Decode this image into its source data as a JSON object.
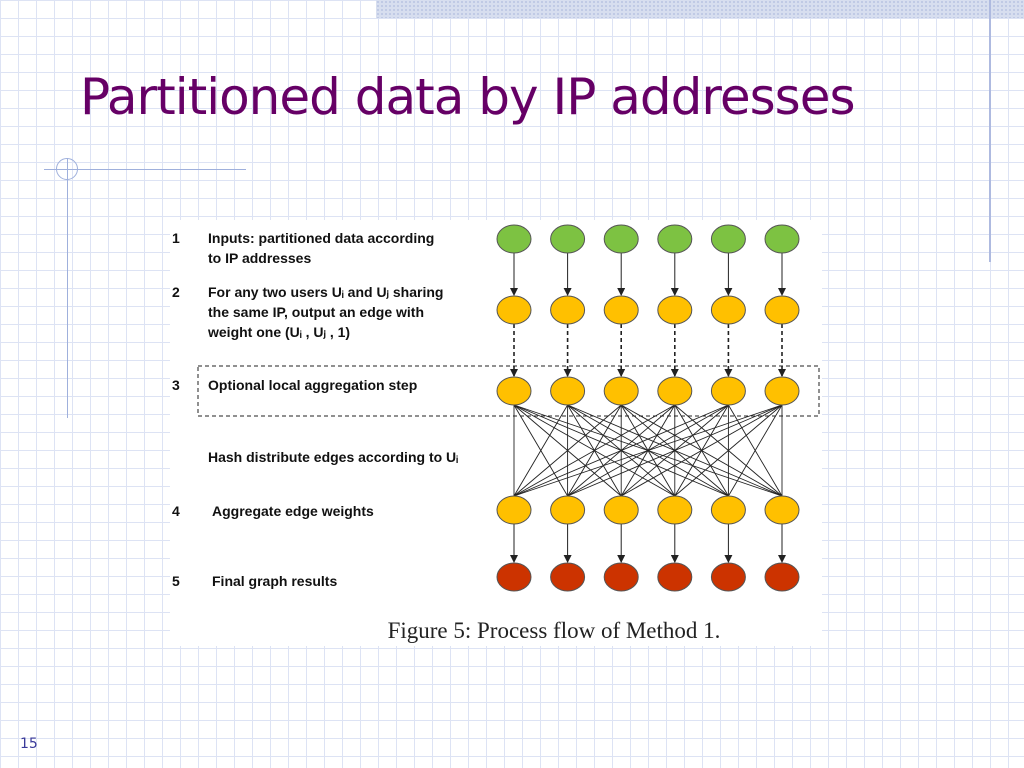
{
  "slide": {
    "title": "Partitioned data by IP addresses",
    "number": "15"
  },
  "figure": {
    "caption": "Figure 5: Process flow of Method 1.",
    "steps": [
      {
        "num": "1",
        "lines": [
          "Inputs: partitioned data according",
          "to IP addresses"
        ]
      },
      {
        "num": "2",
        "lines": [
          "For any two users Uᵢ and Uⱼ sharing",
          "the same IP, output an edge with",
          "weight one (Uᵢ , Uⱼ , 1)"
        ]
      },
      {
        "num": "3",
        "lines": [
          "Optional local aggregation step"
        ]
      },
      {
        "num": "",
        "lines": [
          "Hash distribute edges according to Uᵢ"
        ]
      },
      {
        "num": "4",
        "lines": [
          "Aggregate edge weights"
        ]
      },
      {
        "num": "5",
        "lines": [
          "Final graph results"
        ]
      }
    ],
    "node_rows": [
      {
        "role": "input",
        "color": "#7dc242"
      },
      {
        "role": "emit-edges",
        "color": "#ffc000"
      },
      {
        "role": "local-aggregation",
        "color": "#ffc000"
      },
      {
        "role": "aggregate",
        "color": "#ffc000"
      },
      {
        "role": "final",
        "color": "#cc3300"
      }
    ],
    "nodes_per_row": 6
  }
}
